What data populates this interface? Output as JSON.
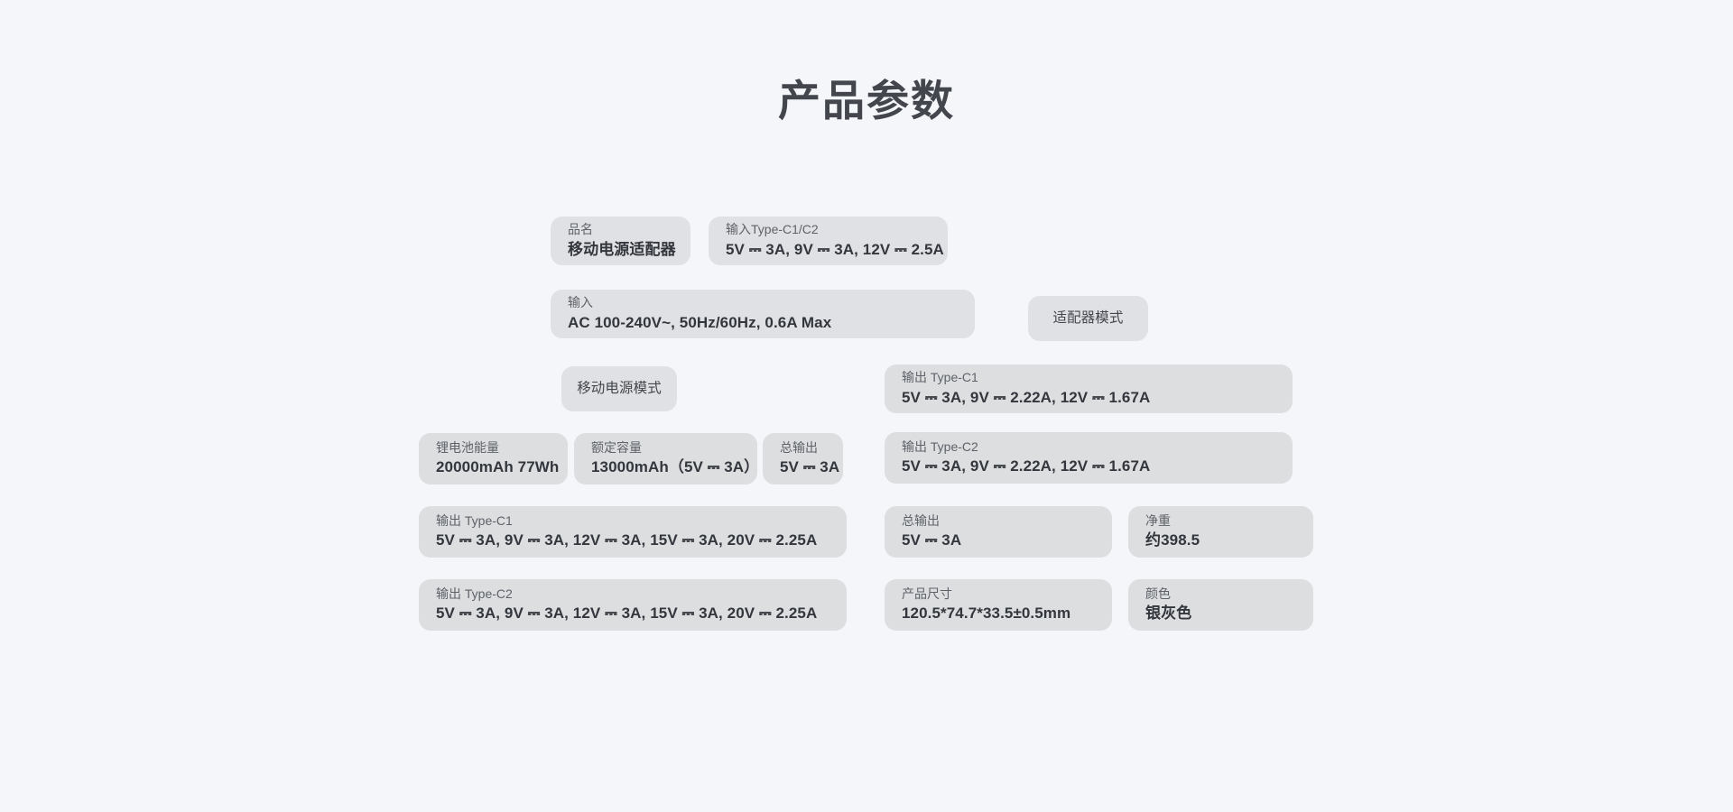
{
  "page": {
    "title": "产品参数",
    "background_color": "#f5f6fa",
    "card_color": "#dcdee0",
    "label_color": "#5e6268",
    "value_color": "#33373d"
  },
  "cards": {
    "brand": {
      "label": "品名",
      "value": "移动电源适配器"
    },
    "input_typec": {
      "label": "输入Type-C1/C2",
      "value": "5V ⎓ 3A, 9V ⎓ 3A, 12V ⎓ 2.5A"
    },
    "input_ac": {
      "label": "输入",
      "value": "AC 100-240V~, 50Hz/60Hz, 0.6A Max"
    },
    "adapter_mode": {
      "value": "适配器模式"
    },
    "powerbank_mode": {
      "value": "移动电源模式"
    },
    "adapter_out_c1": {
      "label": "输出 Type-C1",
      "value": "5V ⎓ 3A, 9V ⎓ 2.22A, 12V ⎓ 1.67A"
    },
    "adapter_out_c2": {
      "label": "输出 Type-C2",
      "value": "5V ⎓ 3A, 9V ⎓ 2.22A, 12V ⎓ 1.67A"
    },
    "battery_energy": {
      "label": "锂电池能量",
      "value": "20000mAh  77Wh"
    },
    "rated_capacity": {
      "label": "额定容量",
      "value": "13000mAh（5V ⎓ 3A）"
    },
    "total_output_small": {
      "label": "总输出",
      "value": "5V ⎓ 3A"
    },
    "pb_out_c1": {
      "label": "输出 Type-C1",
      "value": "5V ⎓ 3A, 9V ⎓ 3A, 12V ⎓ 3A, 15V ⎓ 3A, 20V ⎓ 2.25A"
    },
    "pb_out_c2": {
      "label": "输出 Type-C2",
      "value": "5V ⎓ 3A, 9V ⎓ 3A, 12V ⎓ 3A, 15V ⎓ 3A, 20V ⎓ 2.25A"
    },
    "total_output_wide": {
      "label": "总输出",
      "value": "5V ⎓ 3A"
    },
    "net_weight": {
      "label": "净重",
      "value": "约398.5"
    },
    "product_size": {
      "label": "产品尺寸",
      "value": "120.5*74.7*33.5±0.5mm"
    },
    "color": {
      "label": "颜色",
      "value": "银灰色"
    }
  }
}
